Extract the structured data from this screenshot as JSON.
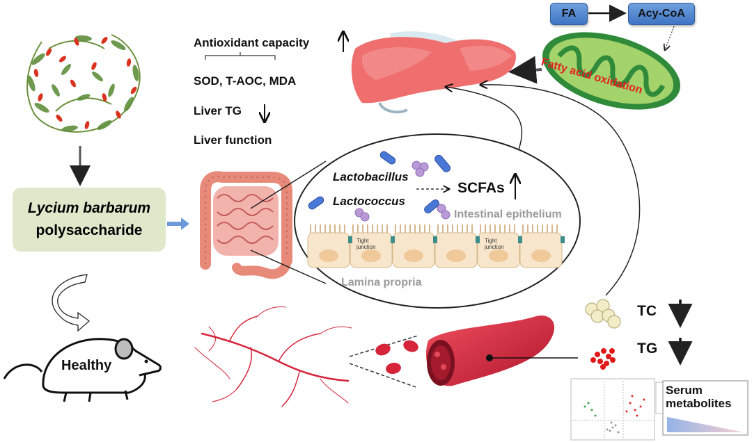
{
  "left": {
    "source_title_italic": "Lycium barbarum",
    "source_title": "polysaccharide",
    "mouse_label": "Healthy"
  },
  "liver_effects": {
    "antioxidant": "Antioxidant capacity",
    "markers": "SOD, T-AOC, MDA",
    "liver_tg": "Liver TG",
    "liver_function": "Liver function"
  },
  "mitochondria": {
    "fa": "FA",
    "acy_coa": "Acy-CoA",
    "process": "Fatty acid oxidation"
  },
  "gut": {
    "bacteria_1": "Lactobacillus",
    "bacteria_2": "Lactococcus",
    "product": "SCFAs",
    "epithelium": "Intestinal epithelium",
    "tight_junction_1": "Tight junction",
    "tight_junction_2": "Tight junction",
    "lamina": "Lamina propria"
  },
  "serum": {
    "tc": "TC",
    "tg": "TG",
    "metabolites": "Serum metabolites"
  },
  "colors": {
    "liver": "#ef6f6f",
    "mito_outer": "#2f8a3a",
    "mito_inner": "#a3d36a",
    "mito_text": "#e32020",
    "vessel": "#d6243a",
    "lbp_box": "#dfe8cb",
    "fa_box": "#4f86d1",
    "bacteria_rod": "#4a78d6",
    "bacteria_coccus": "#b99ad6"
  }
}
